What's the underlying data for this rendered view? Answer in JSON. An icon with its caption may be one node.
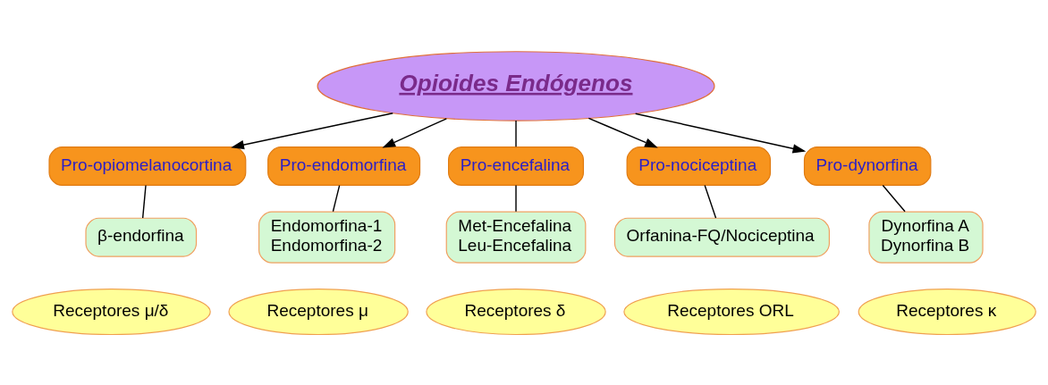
{
  "diagram": {
    "nodes": [
      {
        "text": [
          "Opioides Endógenos"
        ]
      },
      {
        "text": [
          "Pro-opiomelanocortina"
        ]
      },
      {
        "text": [
          "β-endorfina"
        ]
      },
      {
        "text": [
          "Receptores μ/δ"
        ]
      },
      {
        "text": [
          "Pro-endomorfina"
        ]
      },
      {
        "text": [
          "Endomorfina-1",
          "Endomorfina-2"
        ]
      },
      {
        "text": [
          "Receptores μ"
        ]
      },
      {
        "text": [
          "Pro-encefalina"
        ]
      },
      {
        "text": [
          "Met-Encefalina",
          "Leu-Encefalina"
        ]
      },
      {
        "text": [
          "Receptores δ"
        ]
      },
      {
        "text": [
          "Pro-nociceptina"
        ]
      },
      {
        "text": [
          "Orfanina-FQ/Nociceptina"
        ]
      },
      {
        "text": [
          "Receptores ORL"
        ]
      },
      {
        "text": [
          "Pro-dynorfina"
        ]
      },
      {
        "text": [
          "Dynorfina A",
          "Dynorfina B"
        ]
      },
      {
        "text": [
          "Receptores κ"
        ]
      }
    ],
    "edges": [
      {
        "from": 0,
        "to": 1,
        "arrow": "to"
      },
      {
        "from": 0,
        "to": 4,
        "arrow": "to"
      },
      {
        "from": 0,
        "to": 7,
        "arrow": "none"
      },
      {
        "from": 0,
        "to": 10,
        "arrow": "to"
      },
      {
        "from": 0,
        "to": 13,
        "arrow": "to"
      },
      {
        "from": 1,
        "to": 2,
        "arrow": "none"
      },
      {
        "from": 4,
        "to": 5,
        "arrow": "none"
      },
      {
        "from": 7,
        "to": 8,
        "arrow": "none"
      },
      {
        "from": 10,
        "to": 11,
        "arrow": "none"
      },
      {
        "from": 13,
        "to": 14,
        "arrow": "none"
      }
    ]
  }
}
